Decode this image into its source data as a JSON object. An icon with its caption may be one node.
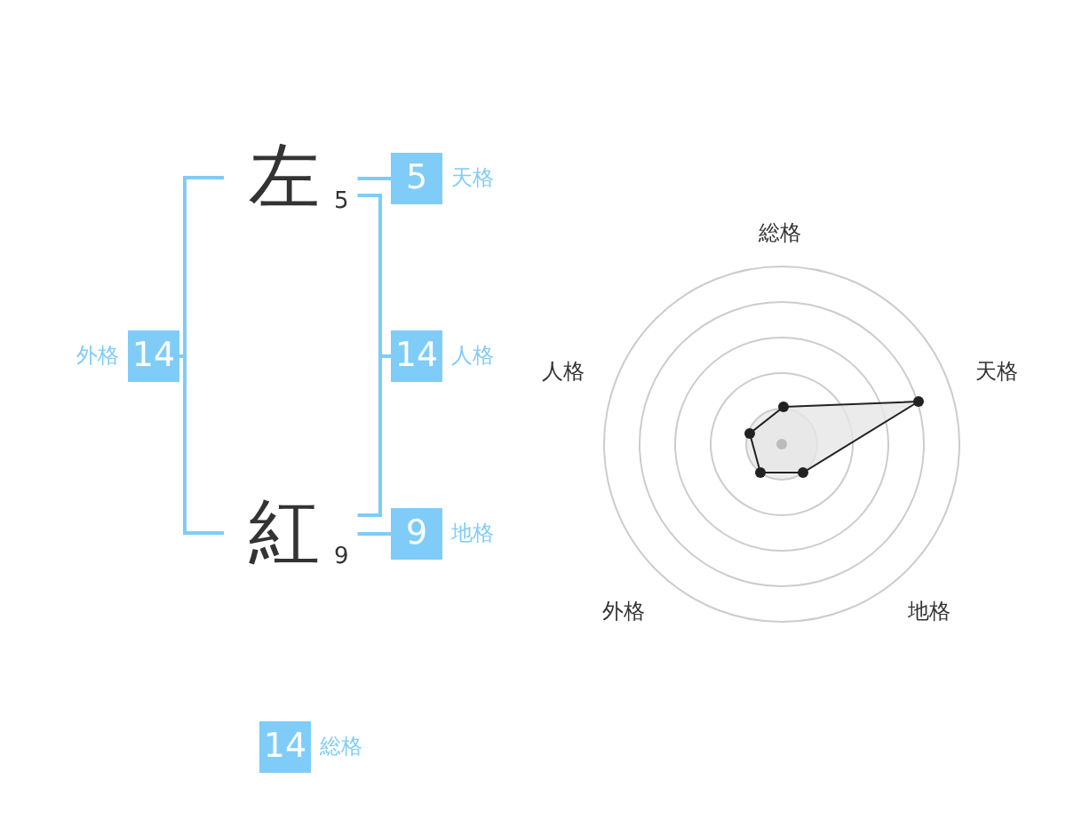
{
  "diagram": {
    "nodes": [
      {
        "text": [
          "左"
        ],
        "beside": [
          "5"
        ]
      },
      {
        "text": [
          "紅"
        ],
        "beside": [
          "9"
        ]
      },
      {
        "text": [
          "5"
        ],
        "beside": [
          "天格"
        ]
      },
      {
        "text": [
          "14"
        ],
        "beside": [
          "人格"
        ]
      },
      {
        "text": [
          "9"
        ],
        "beside": [
          "地格"
        ]
      },
      {
        "text": [
          "14"
        ],
        "beside": [
          "外格"
        ]
      },
      {
        "text": [
          "14"
        ],
        "beside": [
          "総格"
        ]
      }
    ],
    "edges": [
      {
        "from": 0,
        "to": 2,
        "arrow": "none"
      },
      {
        "from": 0,
        "to": 3,
        "arrow": "none"
      },
      {
        "from": 1,
        "to": 3,
        "arrow": "none"
      },
      {
        "from": 1,
        "to": 4,
        "arrow": "none"
      },
      {
        "from": 0,
        "to": 5,
        "arrow": "none"
      },
      {
        "from": 1,
        "to": 5,
        "arrow": "none"
      }
    ],
    "labels": [
      "総格",
      "人格",
      "天格",
      "外格",
      "地格"
    ]
  }
}
